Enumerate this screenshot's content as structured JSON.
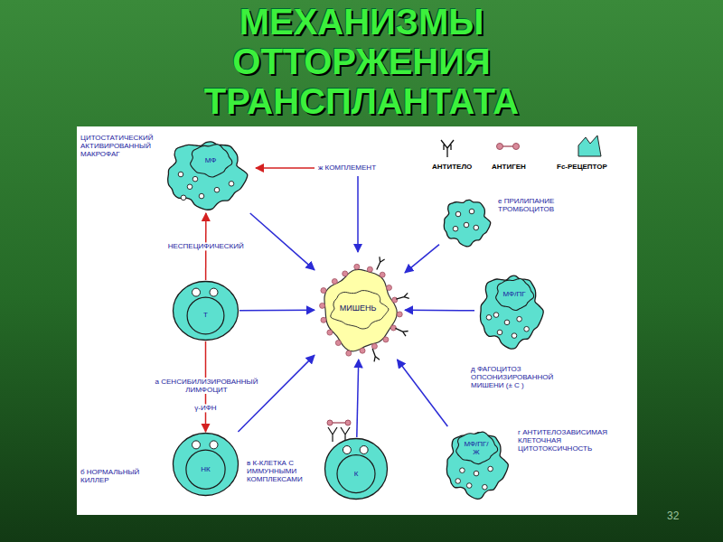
{
  "diagram": {
    "title": "МЕХАНИЗМЫ ОТТОРЖЕНИЯ ТРАНСПЛАНТАТА",
    "nodes": [
      {
        "text": [
          "ЦИТОСТАТИЧЕСКИЙ АКТИВИРОВАННЫЙ МАКРОФАГ",
          "МФ"
        ]
      },
      {
        "text": [
          "е ПРИЛИПАНИЕ ТРОМБОЦИТОВ"
        ]
      },
      {
        "text": [
          "а СЕНСИБИЛИЗИРОВАННЫЙ ЛИМФОЦИТ",
          "Т"
        ]
      },
      {
        "text": [
          "МИШЕНЬ"
        ]
      },
      {
        "text": [
          "д ФАГОЦИТОЗ ОПСОНИЗИРОВАННОЙ МИШЕНИ (± С )",
          "МФ/ПГ"
        ]
      },
      {
        "text": [
          "б НОРМАЛЬНЫЙ КИЛЛЕР",
          "НК"
        ]
      },
      {
        "text": [
          "в К-КЛЕТКА С ИММУННЫМИ КОМПЛЕКСАМИ",
          "К"
        ]
      },
      {
        "text": [
          "г АНТИТЕЛОЗАВИСИМАЯ КЛЕТОЧНАЯ ЦИТОТОКСИЧНОСТЬ",
          "МФ/ПГ/ Ж"
        ]
      }
    ],
    "edges": [
      {
        "from": 0,
        "to": 3,
        "arrow": "to"
      },
      {
        "from": 2,
        "to": 0,
        "label": "НЕСПЕЦИФИЧЕСКИЙ",
        "arrow": "to"
      },
      {
        "from": 2,
        "to": 3,
        "arrow": "to"
      },
      {
        "from": 2,
        "to": 5,
        "label": "γ-ИФН",
        "arrow": "to"
      },
      {
        "from": 5,
        "to": 3,
        "arrow": "to"
      },
      {
        "from": 6,
        "to": 3,
        "arrow": "to"
      },
      {
        "from": 7,
        "to": 3,
        "arrow": "to"
      },
      {
        "from": 4,
        "to": 3,
        "arrow": "to"
      },
      {
        "from": 1,
        "to": 3,
        "arrow": "to"
      }
    ],
    "labels": [
      "ж КОМПЛЕМЕНТ",
      "32"
    ],
    "legend": [
      {
        "text": "АНТИТЕЛО"
      },
      {
        "text": "АНТИГЕН"
      },
      {
        "text": "Fc-РЕЦЕПТОР"
      }
    ]
  }
}
